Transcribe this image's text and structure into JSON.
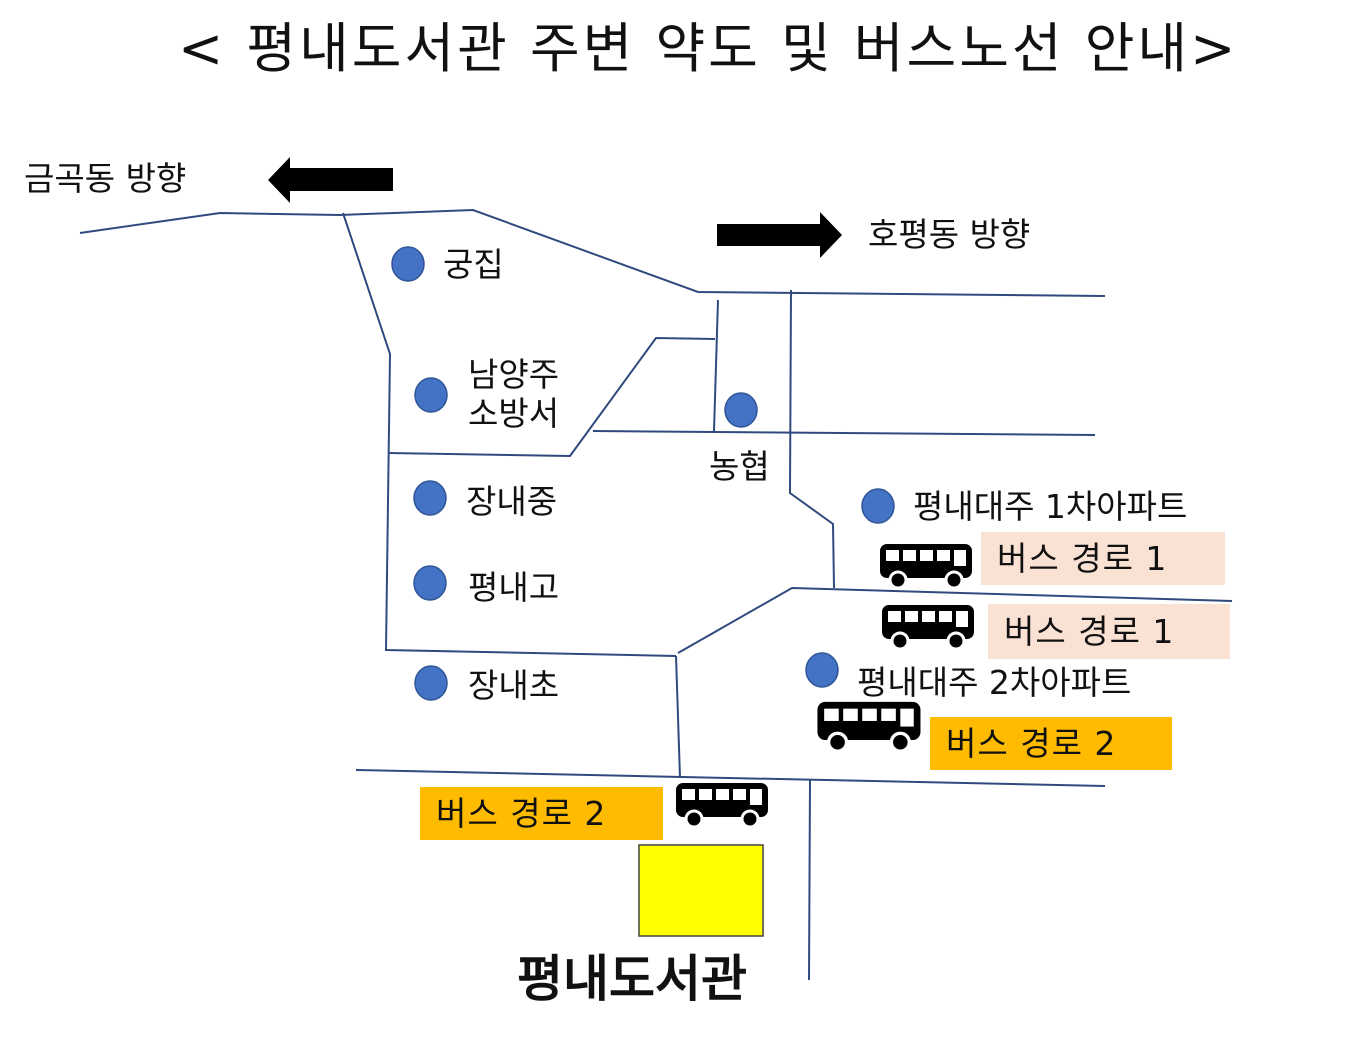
{
  "title": "< 평내도서관 주변 약도 및 버스노선 안내>",
  "directions": {
    "west": "금곡동 방향",
    "east": "호평동 방향"
  },
  "landmarks": {
    "gungjip": "궁집",
    "fire_station": "남양주\n소방서",
    "nonghyup": "농협",
    "jangnae_middle": "장내중",
    "pyeongnae_high": "평내고",
    "jangnae_elem": "장내초",
    "apt1": "평내대주 1차아파트",
    "apt2": "평내대주 2차아파트"
  },
  "bus_routes": {
    "route1_upper": "버스 경로 1",
    "route1_lower": "버스 경로 1",
    "route2_apt": "버스 경로 2",
    "route2_library": "버스 경로 2"
  },
  "library": {
    "name": "평내도서관"
  },
  "colors": {
    "road": "#2f4a7d",
    "marker": "#4472c4",
    "arrow": "#000000",
    "library_fill": "#ffff00",
    "route1_bg": "#f9e1d4",
    "route2_bg": "#ffbb00"
  }
}
